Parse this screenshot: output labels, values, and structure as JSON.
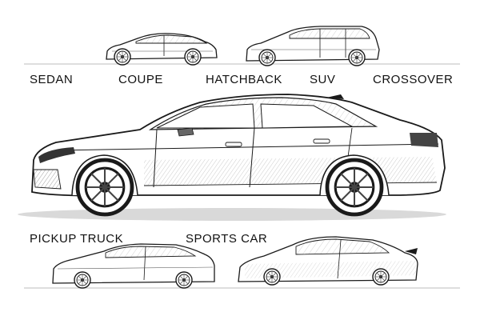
{
  "labels": {
    "sedan": "SEDAN",
    "coupe": "COUPE",
    "hatchback": "HATCHBACK",
    "suv": "SUV",
    "crossover": "CROSSOVER",
    "pickup_truck": "PICKUP TRUCK",
    "sports_car": "SPORTS CAR"
  },
  "colors": {
    "ink": "#1a1a1a",
    "shade": "#9a9a9a",
    "ground": "#cfcfcf",
    "paper": "#ffffff"
  }
}
